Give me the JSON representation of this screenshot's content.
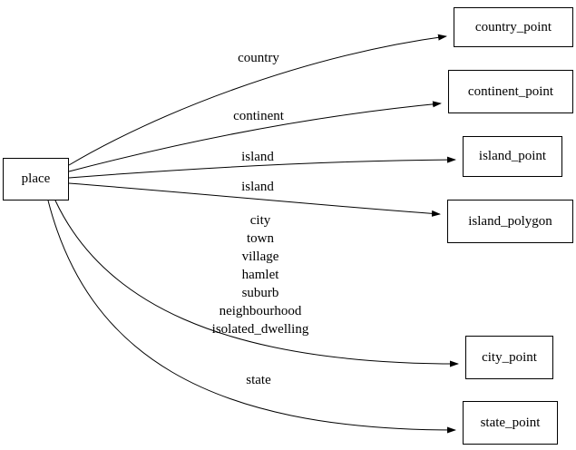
{
  "diagram": {
    "type": "directed-graph",
    "background_color": "#ffffff",
    "line_color": "#000000",
    "nodes": {
      "place": {
        "label": "place"
      },
      "country_point": {
        "label": "country_point"
      },
      "continent_point": {
        "label": "continent_point"
      },
      "island_point": {
        "label": "island_point"
      },
      "island_polygon": {
        "label": "island_polygon"
      },
      "city_point": {
        "label": "city_point"
      },
      "state_point": {
        "label": "state_point"
      }
    },
    "edges": [
      {
        "from": "place",
        "to": "country_point",
        "label": "country"
      },
      {
        "from": "place",
        "to": "continent_point",
        "label": "continent"
      },
      {
        "from": "place",
        "to": "island_point",
        "label": "island"
      },
      {
        "from": "place",
        "to": "island_polygon",
        "label": "island"
      },
      {
        "from": "place",
        "to": "city_point",
        "label": "city\ntown\nvillage\nhamlet\nsuburb\nneighbourhood\nisolated_dwelling"
      },
      {
        "from": "place",
        "to": "state_point",
        "label": "state"
      }
    ]
  }
}
